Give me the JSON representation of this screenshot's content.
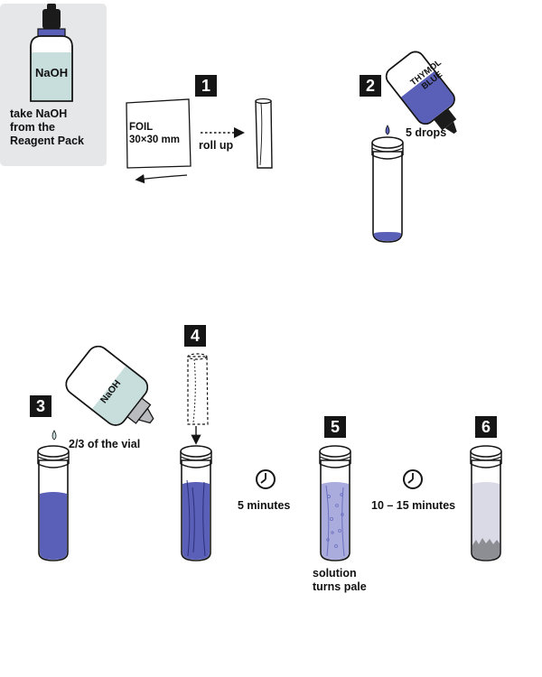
{
  "reagent": {
    "bottle_label": "NaOH",
    "instruction_lines": [
      "take NaOH",
      "from the",
      "Reagent Pack"
    ]
  },
  "step1": {
    "number": "1",
    "foil_lines": [
      "FOIL",
      "30×30 mm"
    ],
    "action": "roll up"
  },
  "step2": {
    "number": "2",
    "bottle_lines": [
      "THYMOL",
      "BLUE"
    ],
    "action": "5 drops"
  },
  "step3": {
    "number": "3",
    "bottle_label": "NaOH",
    "action": "2/3 of the vial"
  },
  "step4": {
    "number": "4"
  },
  "wait1": {
    "time": "5 minutes"
  },
  "step5": {
    "number": "5",
    "note_lines": [
      "solution",
      "turns pale"
    ]
  },
  "wait2": {
    "time": "10 – 15 minutes"
  },
  "step6": {
    "number": "6"
  },
  "colors": {
    "ink": "#151515",
    "panel": "#e6e7e9",
    "liquid_blue": "#5a5fb8",
    "pale_liquid": "#d9dae6",
    "sediment": "#8c8e94",
    "naoh_liquid": "#c8dedd"
  }
}
